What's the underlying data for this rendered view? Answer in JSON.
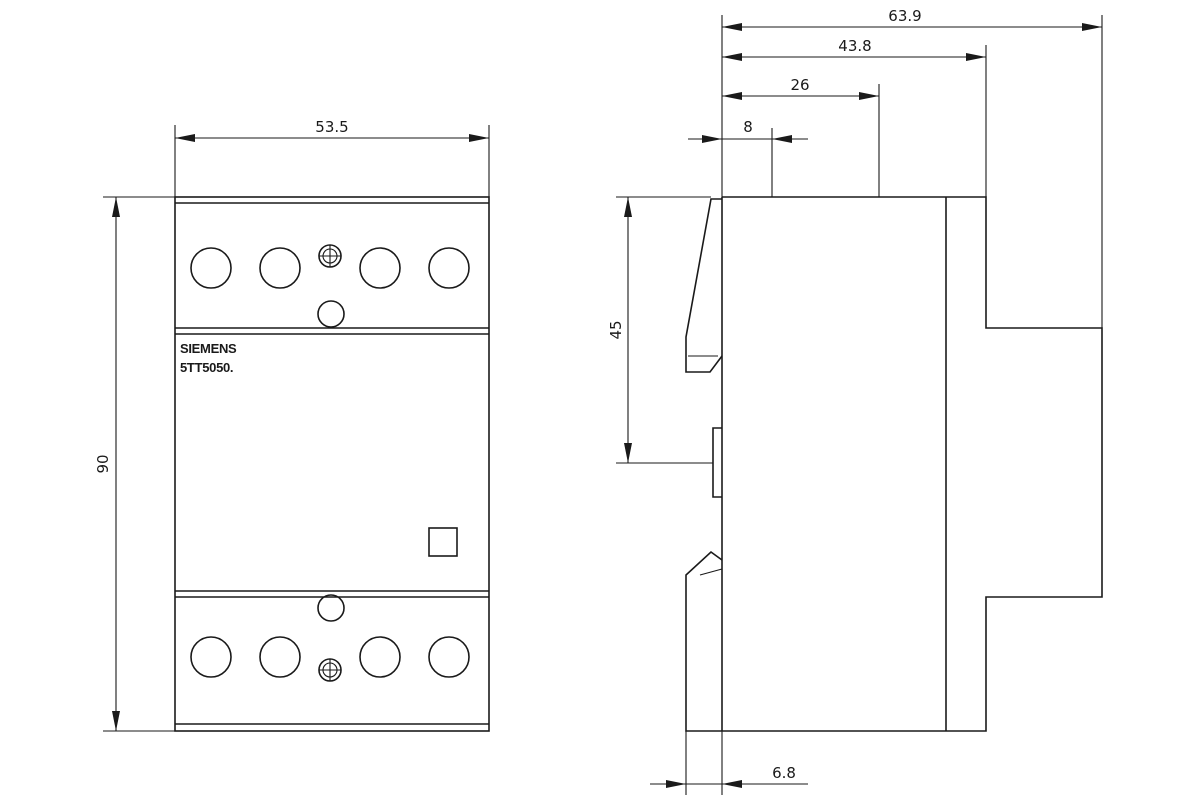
{
  "front_view": {
    "brand_label": "SIEMENS",
    "model_label": "5TT5050.",
    "dim_width": "53.5",
    "dim_height": "90"
  },
  "side_view": {
    "dim_total_depth": "63.9",
    "dim_body_depth": "43.8",
    "dim_26": "26",
    "dim_8": "8",
    "dim_rail_height": "45",
    "dim_6_8": "6.8"
  }
}
